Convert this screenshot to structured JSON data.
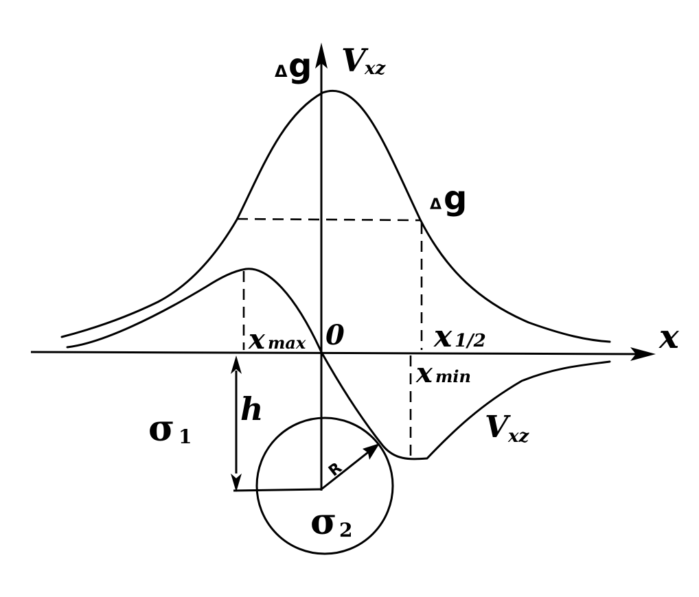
{
  "labels": {
    "y_delta": "Δ",
    "y_g": "g",
    "y_vxz_main": "V",
    "y_vxz_sub": "xz",
    "x_axis": "x",
    "origin": "0",
    "dg_curve_delta": "Δ",
    "dg_curve_g": "g",
    "xmax_main": "x",
    "xmax_sub": "max",
    "xhalf_main": "x",
    "xhalf_sub": "1/2",
    "xmin_main": "x",
    "xmin_sub": "min",
    "vxz_curve_main": "V",
    "vxz_curve_sub": "xz",
    "depth": "h",
    "sigma1_main": "σ",
    "sigma1_sub": "1",
    "sigma2_main": "σ",
    "sigma2_sub": "2",
    "radius": "R"
  },
  "colors": {
    "ink": "#000000",
    "paper": "#ffffff"
  }
}
